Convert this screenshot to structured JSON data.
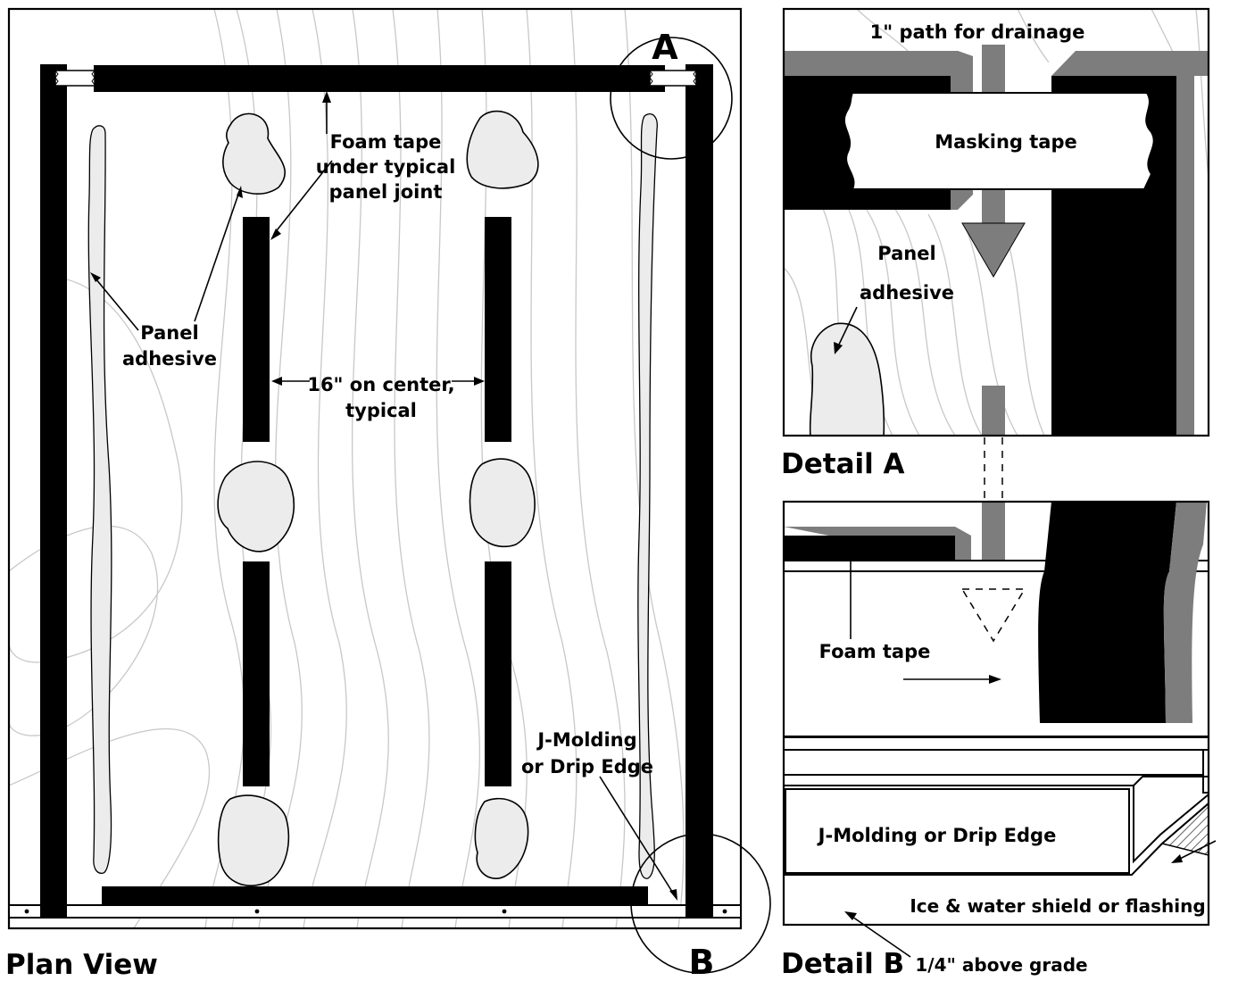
{
  "plan": {
    "title": "Plan View",
    "detail_a_marker": "A",
    "detail_b_marker": "B",
    "foam_tape_label": [
      "Foam tape",
      "under typical",
      "panel joint"
    ],
    "panel_adhesive_label": [
      "Panel",
      "adhesive"
    ],
    "on_center_label": [
      "16\" on center,",
      "typical"
    ],
    "j_molding_label": [
      "J-Molding",
      "or Drip Edge"
    ]
  },
  "detail_a": {
    "title": "Detail A",
    "drainage_label": "1\" path for drainage",
    "masking_tape_label": "Masking tape",
    "panel_adhesive_label": [
      "Panel",
      "adhesive"
    ]
  },
  "detail_b": {
    "title": "Detail B",
    "foam_tape_label": "Foam tape",
    "j_molding_label": "J-Molding or Drip Edge",
    "ice_shield_label": "Ice & water shield or flashing",
    "grade_label": "1/4\" above grade"
  },
  "colors": {
    "ink": "#000000",
    "furring_gray": "#7d7d7d",
    "adhesive_fill": "#ececec",
    "wood_grain": "#c8c8c8"
  }
}
